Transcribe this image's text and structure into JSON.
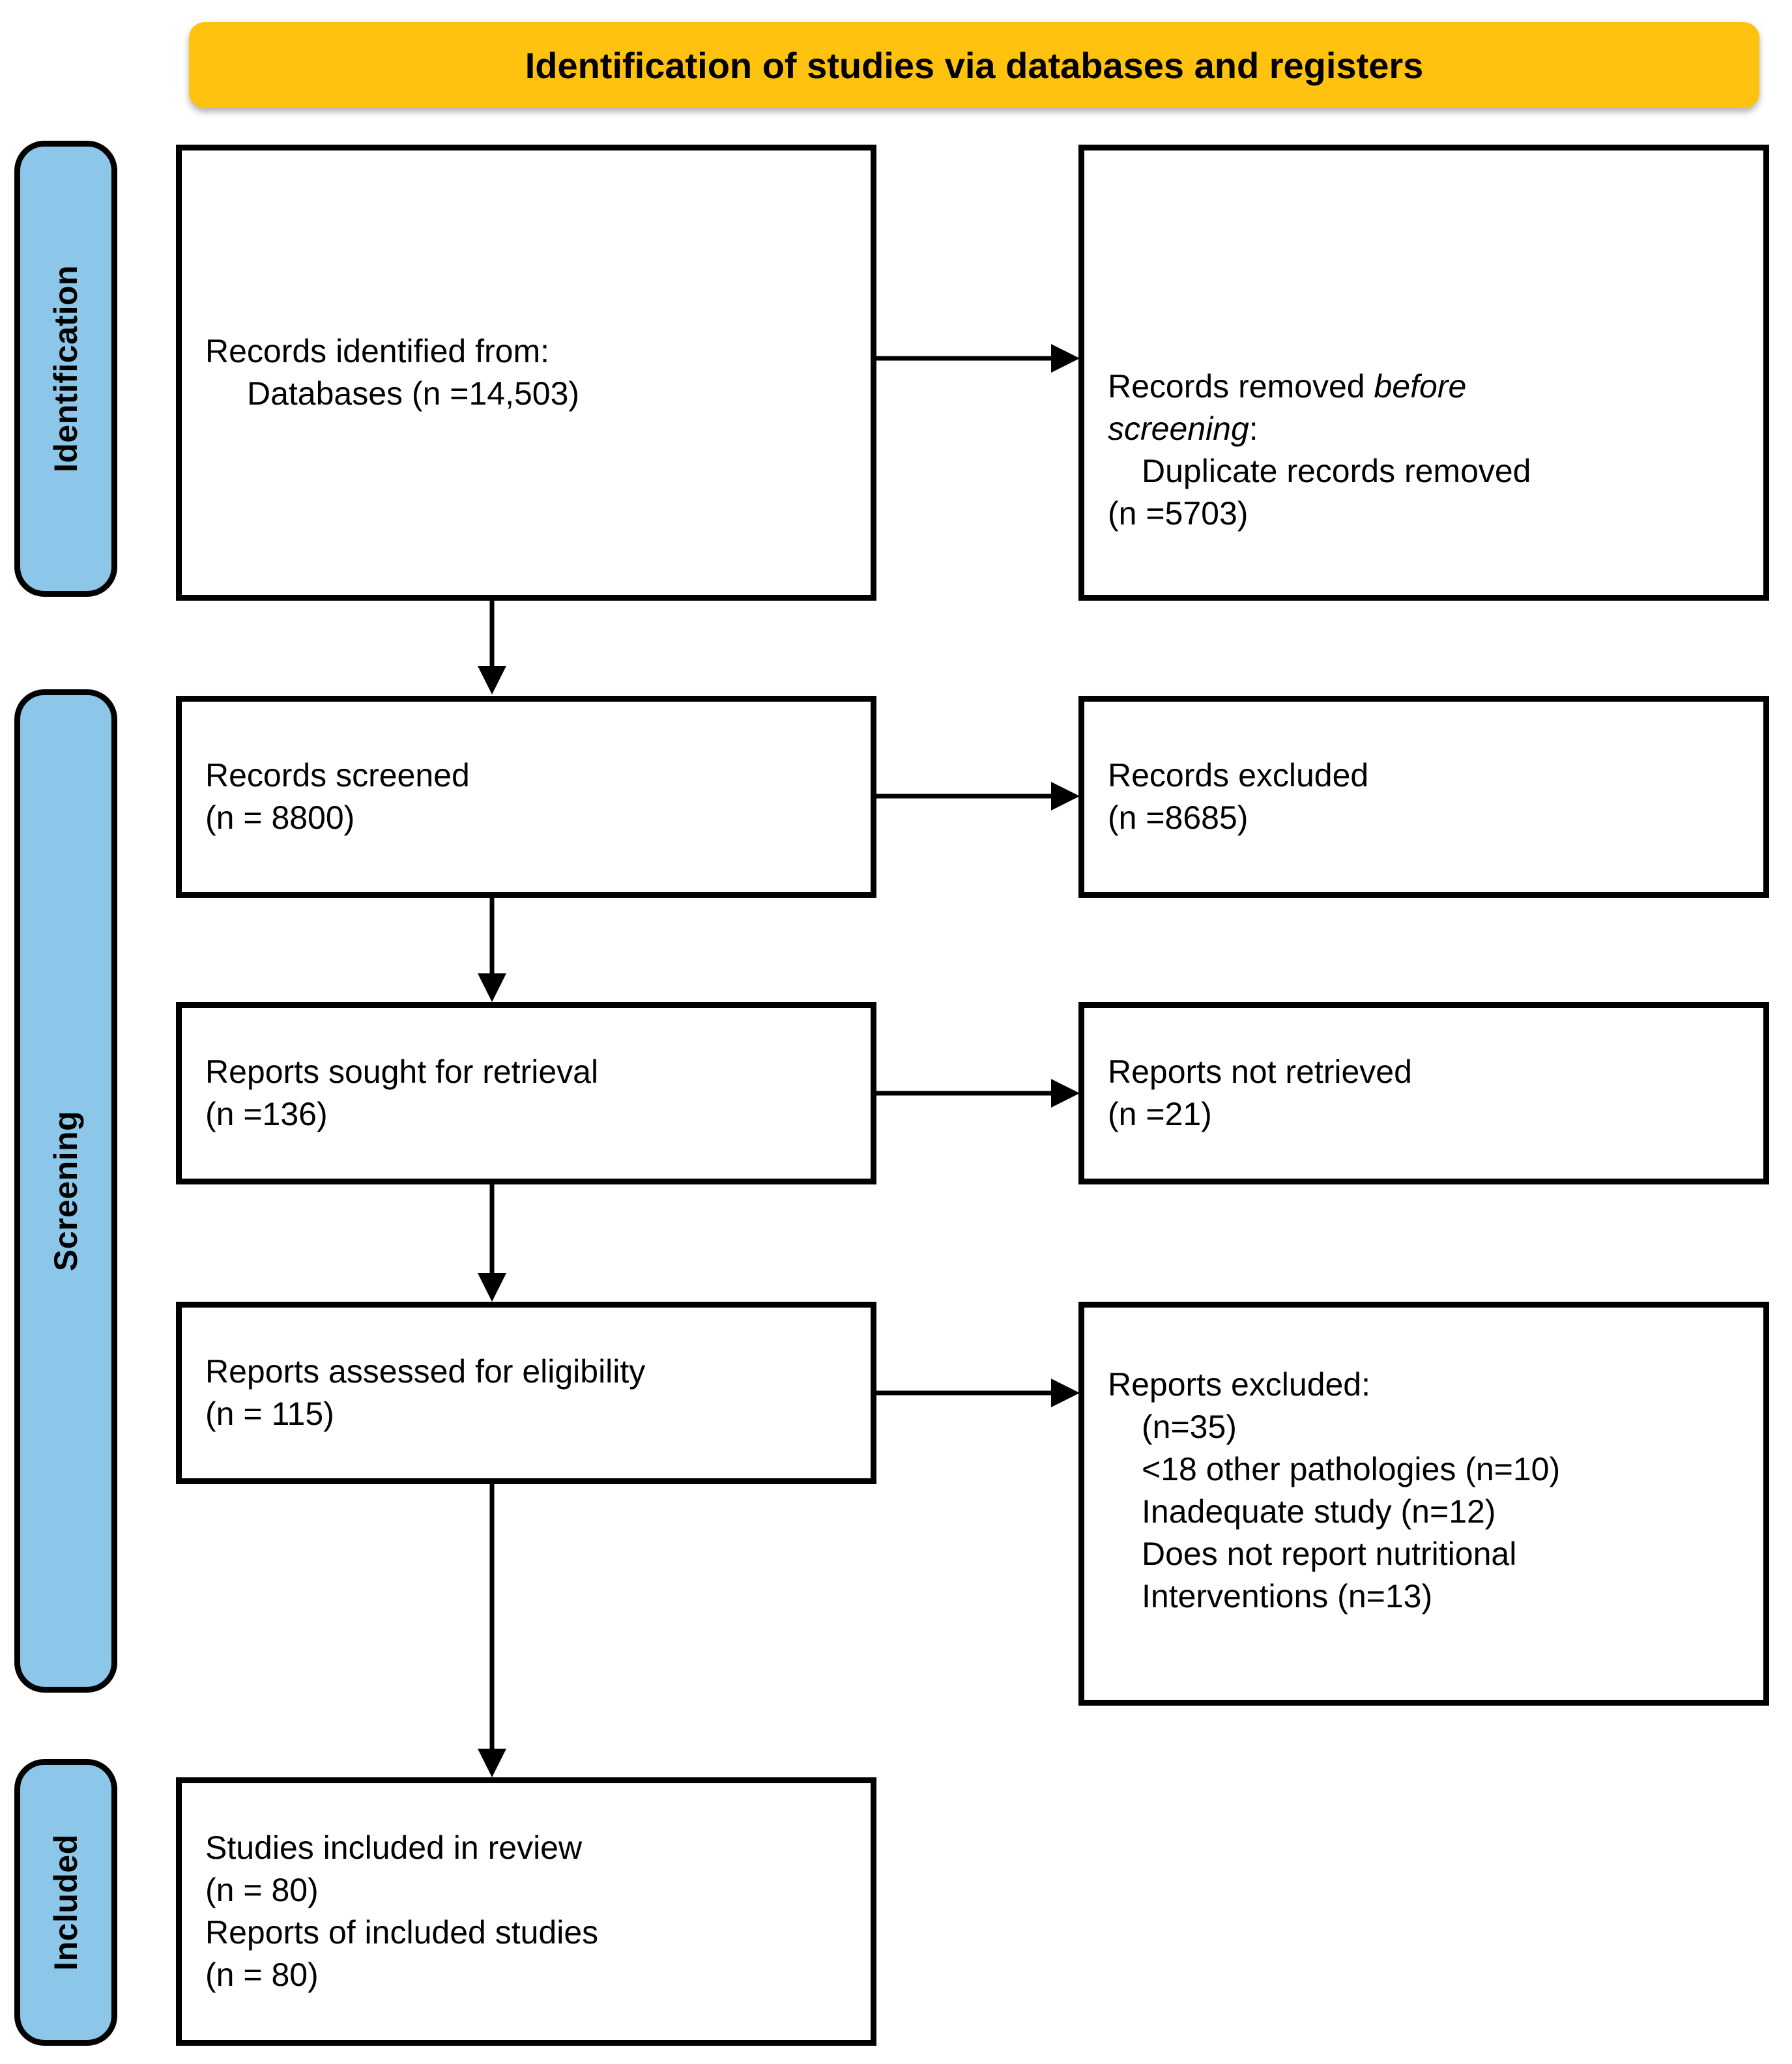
{
  "banner": {
    "title": "Identification of studies via databases and registers",
    "color": "#FFC20E"
  },
  "stages": [
    {
      "label": "Identification",
      "color": "#8CC6E8"
    },
    {
      "label": "Screening",
      "color": "#8CC6E8"
    },
    {
      "label": "Included",
      "color": "#8CC6E8"
    }
  ],
  "boxes": {
    "identified": {
      "line1": "Records identified from:",
      "line2": "Databases (n =14,503)"
    },
    "removed_before_screening": {
      "line1a": "Records removed ",
      "line1b": "before",
      "line2a": "screening",
      "line2b": ":",
      "line3": "Duplicate records removed",
      "line4": "(n =5703)"
    },
    "records_screened": {
      "line1": "Records screened",
      "line2": "(n = 8800)"
    },
    "records_excluded": {
      "line1": "Records excluded",
      "line2": "(n =8685)"
    },
    "reports_sought": {
      "line1": "Reports sought for retrieval",
      "line2": "(n =136)"
    },
    "reports_not_retrieved": {
      "line1": "Reports not retrieved",
      "line2": "(n =21)"
    },
    "reports_assessed": {
      "line1": "Reports assessed for eligibility",
      "line2": "(n = 115)"
    },
    "reports_excluded": {
      "line1": "Reports excluded:",
      "line2": "(n=35)",
      "line3": "<18 other pathologies (n=10)",
      "line4": "Inadequate study (n=12)",
      "line5": "Does not report nutritional",
      "line6": "Interventions (n=13)"
    },
    "studies_included": {
      "line1": "Studies included in review",
      "line2": "(n = 80)",
      "line3": "Reports of included studies",
      "line4": "(n = 80)"
    }
  },
  "chart_data": {
    "type": "diagram",
    "title": "Identification of studies via databases and registers",
    "nodes": [
      {
        "id": "identified",
        "stage": "Identification",
        "label": "Records identified from: Databases",
        "n": 14503
      },
      {
        "id": "removed_before_screening",
        "stage": "Identification",
        "label": "Records removed before screening: Duplicate records removed",
        "n": 5703
      },
      {
        "id": "records_screened",
        "stage": "Screening",
        "label": "Records screened",
        "n": 8800
      },
      {
        "id": "records_excluded",
        "stage": "Screening",
        "label": "Records excluded",
        "n": 8685
      },
      {
        "id": "reports_sought",
        "stage": "Screening",
        "label": "Reports sought for retrieval",
        "n": 136
      },
      {
        "id": "reports_not_retrieved",
        "stage": "Screening",
        "label": "Reports not retrieved",
        "n": 21
      },
      {
        "id": "reports_assessed",
        "stage": "Screening",
        "label": "Reports assessed for eligibility",
        "n": 115
      },
      {
        "id": "reports_excluded",
        "stage": "Screening",
        "label": "Reports excluded",
        "n": 35,
        "reasons": [
          {
            "label": "<18 other pathologies",
            "n": 10
          },
          {
            "label": "Inadequate study",
            "n": 12
          },
          {
            "label": "Does not report nutritional Interventions",
            "n": 13
          }
        ]
      },
      {
        "id": "studies_included",
        "stage": "Included",
        "label": "Studies included in review",
        "n": 80
      },
      {
        "id": "reports_of_included",
        "stage": "Included",
        "label": "Reports of included studies",
        "n": 80
      }
    ],
    "edges": [
      {
        "from": "identified",
        "to": "removed_before_screening",
        "direction": "right"
      },
      {
        "from": "identified",
        "to": "records_screened",
        "direction": "down"
      },
      {
        "from": "records_screened",
        "to": "records_excluded",
        "direction": "right"
      },
      {
        "from": "records_screened",
        "to": "reports_sought",
        "direction": "down"
      },
      {
        "from": "reports_sought",
        "to": "reports_not_retrieved",
        "direction": "right"
      },
      {
        "from": "reports_sought",
        "to": "reports_assessed",
        "direction": "down"
      },
      {
        "from": "reports_assessed",
        "to": "reports_excluded",
        "direction": "right"
      },
      {
        "from": "reports_assessed",
        "to": "studies_included",
        "direction": "down"
      }
    ]
  }
}
